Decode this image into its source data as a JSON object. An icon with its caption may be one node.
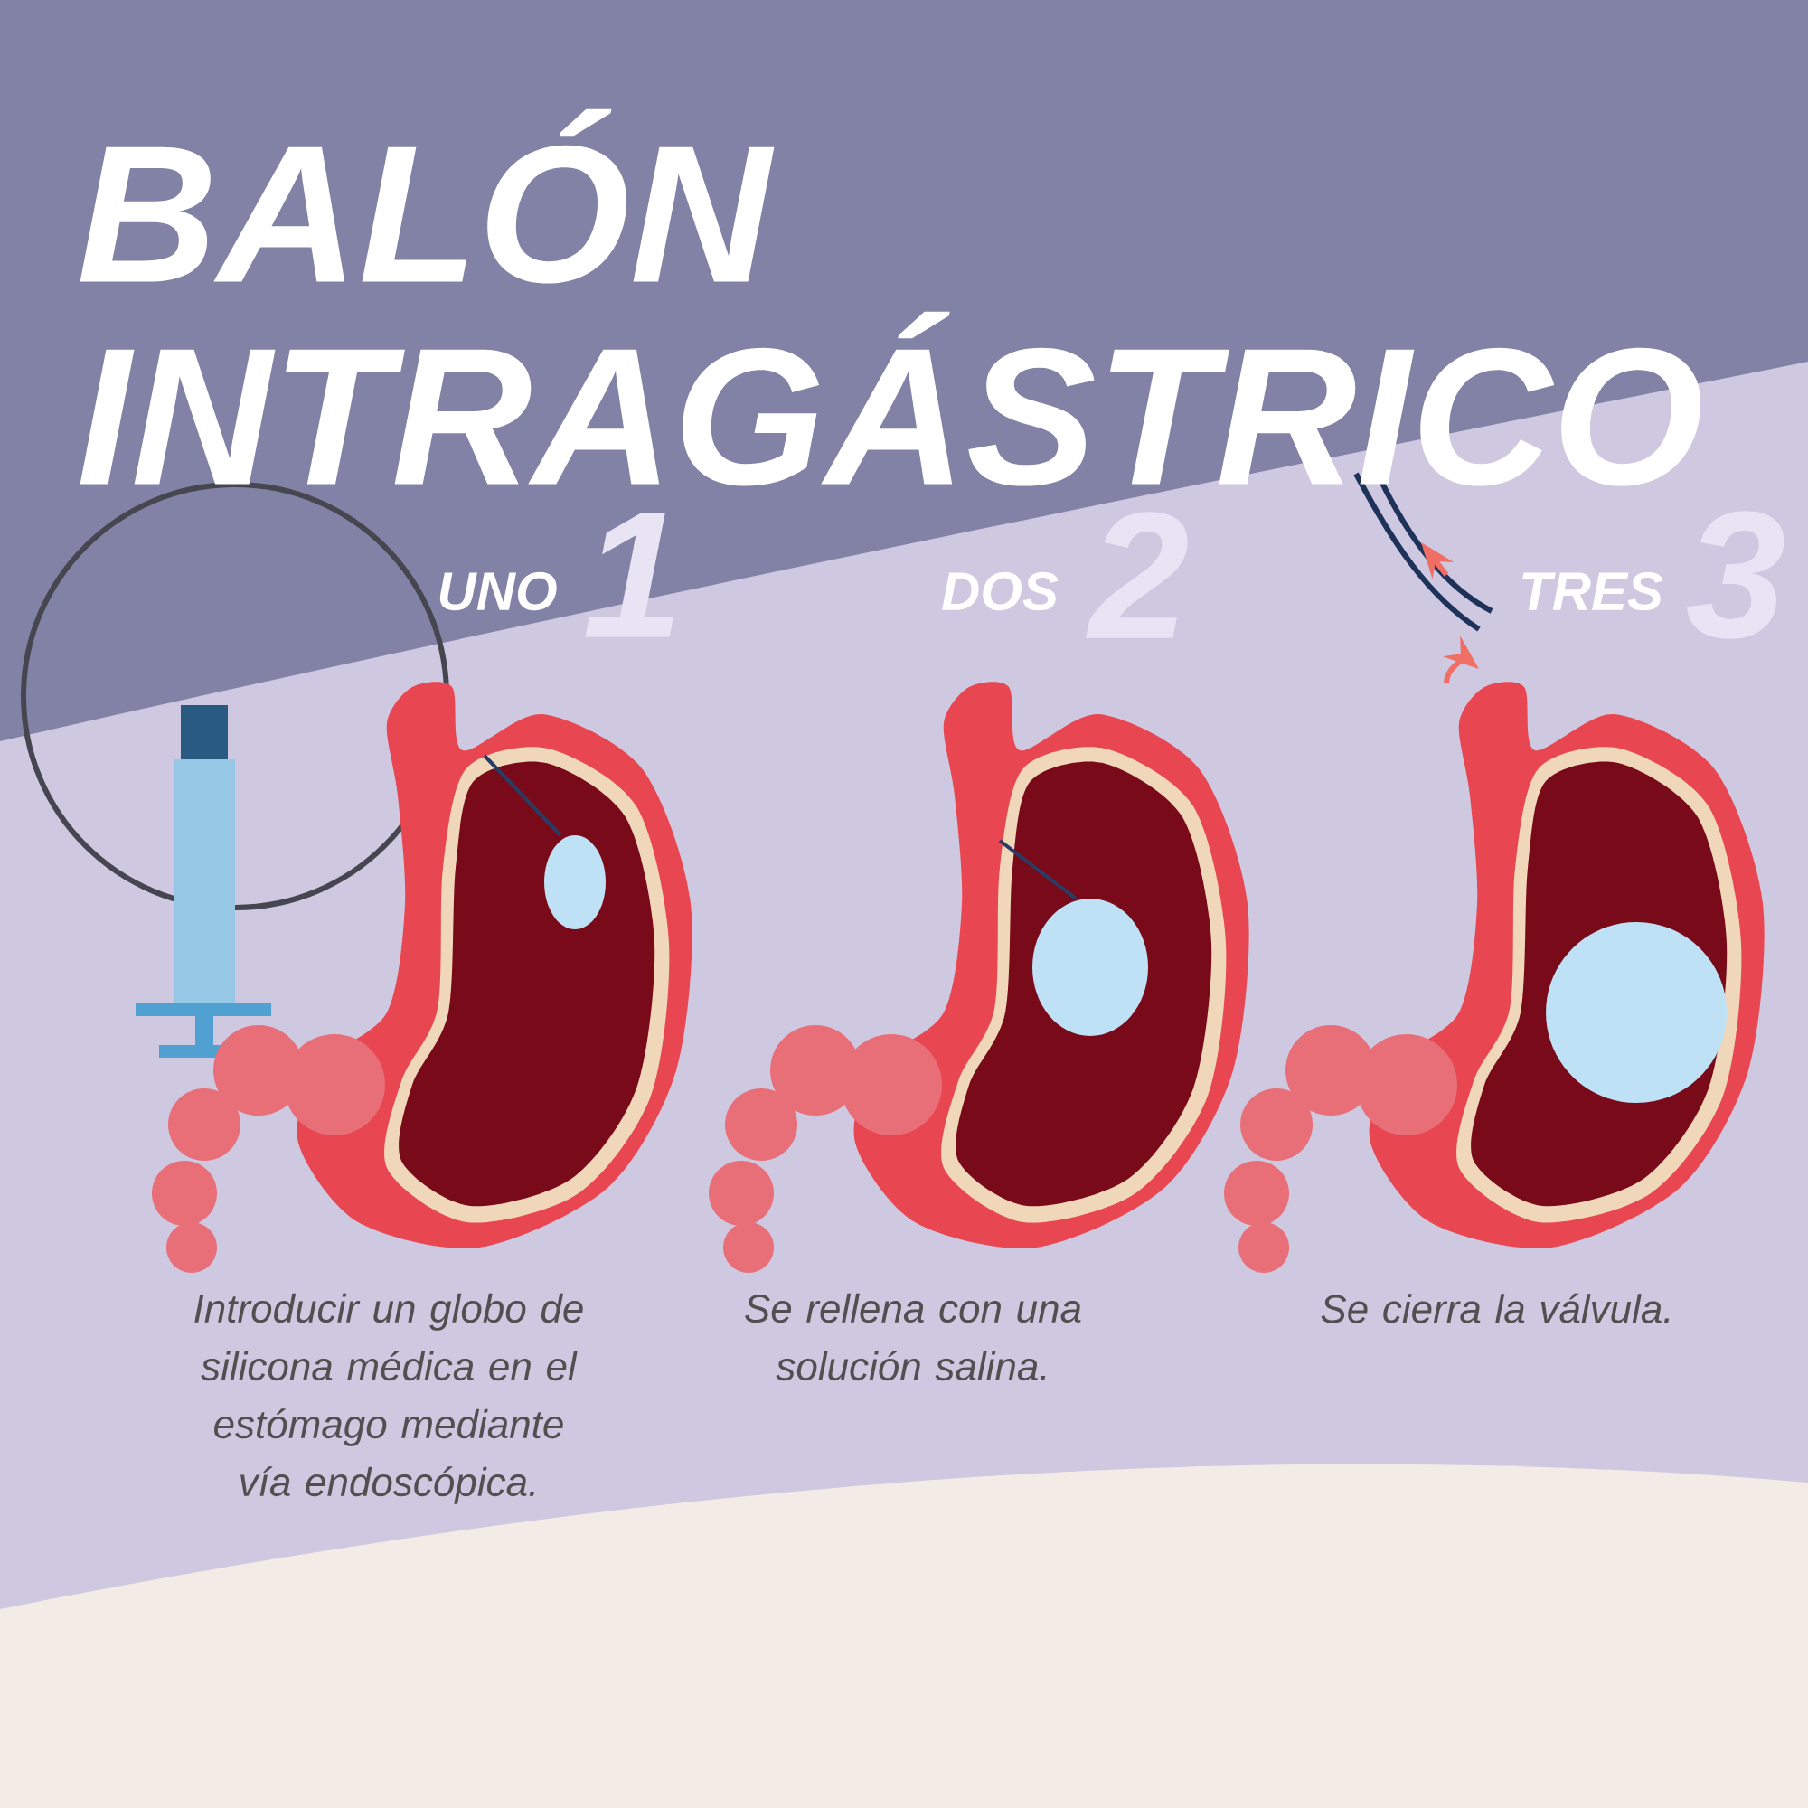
{
  "diagram": {
    "title": "BALÓN INTRAGÁSTRICO",
    "labels": [
      "1",
      "UNO",
      "2",
      "DOS",
      "3",
      "TRES",
      "Introducir un globo de silicona médica en el estómago mediante vía endoscópica.",
      "Se rellena con una solución salina.",
      "Se cierra la válvula."
    ]
  }
}
